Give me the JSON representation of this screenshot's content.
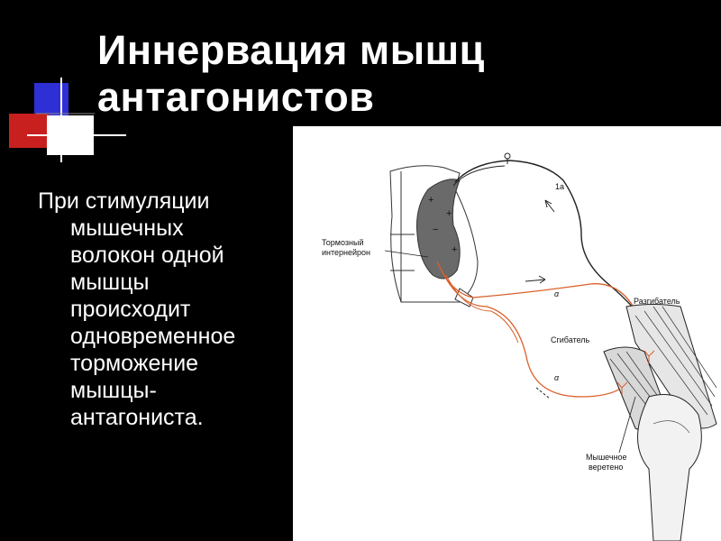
{
  "title": {
    "line1": "Иннервация мышц",
    "line2": "антагонистов"
  },
  "body": {
    "lines": [
      "При стимуляции",
      "мышечных",
      "волокон одной",
      "мышцы",
      "происходит",
      "одновременное",
      "торможение",
      "мышцы-",
      "антагониста."
    ]
  },
  "diagram": {
    "labels": {
      "inhibitory_line1": "Тормозный",
      "inhibitory_line2": "интернейрон",
      "fiber_1a": "1a",
      "alpha_upper": "α",
      "alpha_lower": "α",
      "extensor": "Разгибатель",
      "flexor": "Сгибатель",
      "spindle_line1": "Мышечное",
      "spindle_line2": "веретено"
    },
    "nerve_color": "#d9602b"
  },
  "colors": {
    "background": "#000000",
    "text": "#ffffff",
    "deco_blue": "#2f2fd6",
    "deco_red": "#c8201e",
    "deco_white": "#ffffff"
  }
}
